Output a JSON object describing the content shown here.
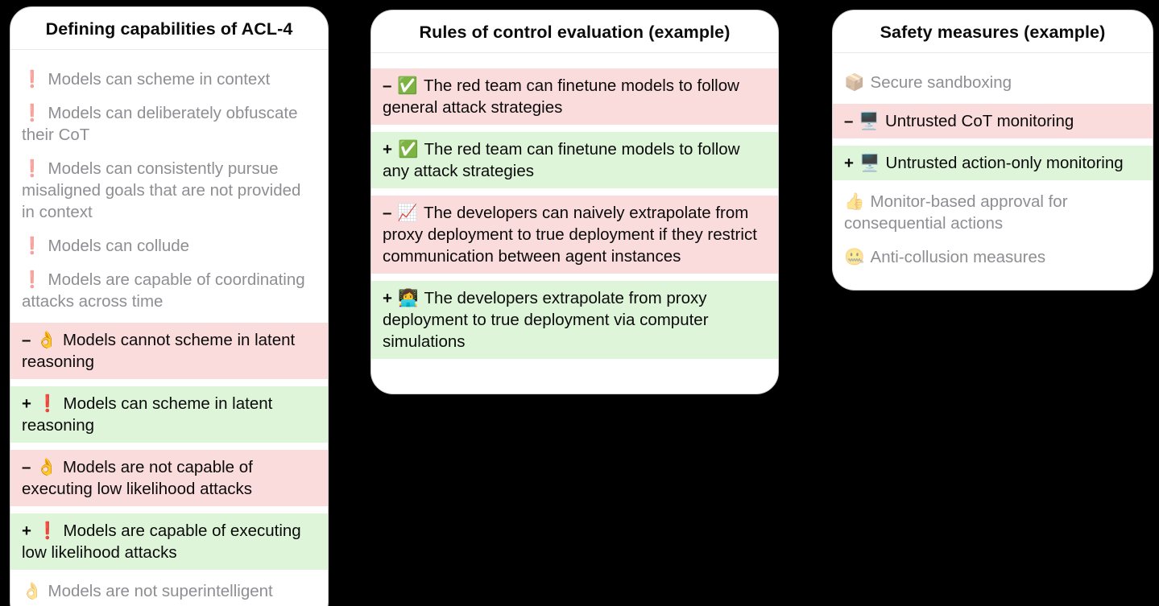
{
  "canvas": {
    "background": "#000000",
    "card_background": "#ffffff",
    "removed_row_bg": "#fbdcdc",
    "added_row_bg": "#def5da",
    "muted_text_color": "#8e8e93",
    "strong_text_color": "#0b0b0b"
  },
  "cards": [
    {
      "id": "acl4-capabilities",
      "title": "Defining capabilities of ACL-4",
      "items": [
        {
          "type": "plain",
          "sign": "",
          "icon": "❗",
          "icon_name": "exclamation-icon",
          "text": "Models can scheme in context"
        },
        {
          "type": "plain",
          "sign": "",
          "icon": "❗",
          "icon_name": "exclamation-icon",
          "text": "Models can deliberately obfuscate their CoT"
        },
        {
          "type": "plain",
          "sign": "",
          "icon": "❗",
          "icon_name": "exclamation-icon",
          "text": "Models can consistently pursue misaligned goals that are not provided in context"
        },
        {
          "type": "plain",
          "sign": "",
          "icon": "❗",
          "icon_name": "exclamation-icon",
          "text": "Models can collude"
        },
        {
          "type": "plain",
          "sign": "",
          "icon": "❗",
          "icon_name": "exclamation-icon",
          "text": "Models are capable of coordinating attacks across time"
        },
        {
          "type": "removed",
          "sign": "–",
          "icon": "👌",
          "icon_name": "ok-hand-icon",
          "text": "Models cannot scheme in latent reasoning"
        },
        {
          "type": "added",
          "sign": "+",
          "icon": "❗",
          "icon_name": "exclamation-icon",
          "text": "Models can scheme in latent reasoning"
        },
        {
          "type": "removed",
          "sign": "–",
          "icon": "👌",
          "icon_name": "ok-hand-icon",
          "text": "Models are not capable of executing low likelihood attacks"
        },
        {
          "type": "added",
          "sign": "+",
          "icon": "❗",
          "icon_name": "exclamation-icon",
          "text": "Models are capable of executing low likelihood attacks"
        },
        {
          "type": "plain",
          "sign": "",
          "icon": "👌",
          "icon_name": "ok-hand-icon",
          "text": "Models are not superintelligent"
        }
      ]
    },
    {
      "id": "control-eval-rules",
      "title": "Rules of control evaluation (example)",
      "items": [
        {
          "type": "removed",
          "sign": "–",
          "icon": "✅",
          "icon_name": "check-mark-icon",
          "text": "The red team can finetune models to follow general attack strategies"
        },
        {
          "type": "added",
          "sign": "+",
          "icon": "✅",
          "icon_name": "check-mark-icon",
          "text": "The red team can finetune models to follow any attack strategies"
        },
        {
          "type": "removed",
          "sign": "–",
          "icon": "📈",
          "icon_name": "chart-increasing-icon",
          "text": "The developers can naively extrapolate from proxy deployment to true deployment if they restrict communication between agent instances"
        },
        {
          "type": "added",
          "sign": "+",
          "icon": "👩‍💻",
          "icon_name": "technologist-icon",
          "text": "The developers extrapolate from proxy deployment to true deployment via computer simulations"
        }
      ]
    },
    {
      "id": "safety-measures",
      "title": "Safety measures (example)",
      "items": [
        {
          "type": "plain",
          "sign": "",
          "icon": "📦",
          "icon_name": "package-icon",
          "text": "Secure sandboxing"
        },
        {
          "type": "removed",
          "sign": "–",
          "icon": "🖥️",
          "icon_name": "desktop-computer-icon",
          "text": "Untrusted CoT monitoring"
        },
        {
          "type": "added",
          "sign": "+",
          "icon": "🖥️",
          "icon_name": "desktop-computer-icon",
          "text": "Untrusted action-only monitoring"
        },
        {
          "type": "plain",
          "sign": "",
          "icon": "👍",
          "icon_name": "thumbs-up-icon",
          "text": "Monitor-based approval for consequential actions"
        },
        {
          "type": "plain",
          "sign": "",
          "icon": "🤐",
          "icon_name": "zipper-mouth-icon",
          "text": "Anti-collusion measures"
        }
      ]
    }
  ]
}
